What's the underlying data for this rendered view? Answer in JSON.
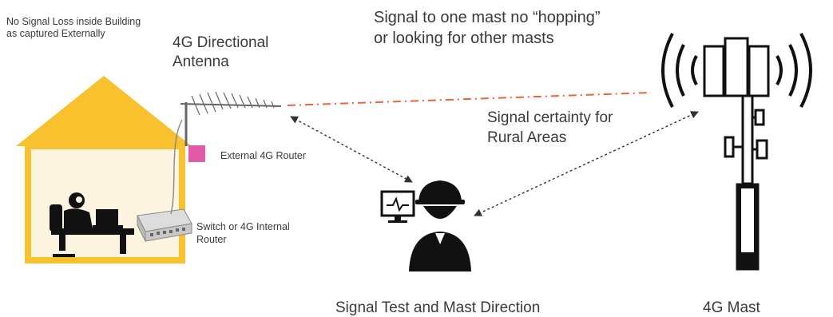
{
  "labels": {
    "building_note": "No Signal Loss inside Building as captured Externally",
    "antenna": "4G Directional Antenna",
    "hopping": "Signal to one mast no “hopping” or looking for other masts",
    "certainty": "Signal certainty for Rural Areas",
    "external_router": "External 4G Router",
    "switch": "Switch or 4G Internal Router",
    "signal_test": "Signal Test and Mast Direction",
    "mast": "4G Mast"
  },
  "colors": {
    "house": "#f9c12e",
    "house_interior": "#fdf5e0",
    "router": "#e05aa6",
    "signal_line": "#e8643c",
    "ink": "#111111",
    "text": "#3a3a3a"
  }
}
